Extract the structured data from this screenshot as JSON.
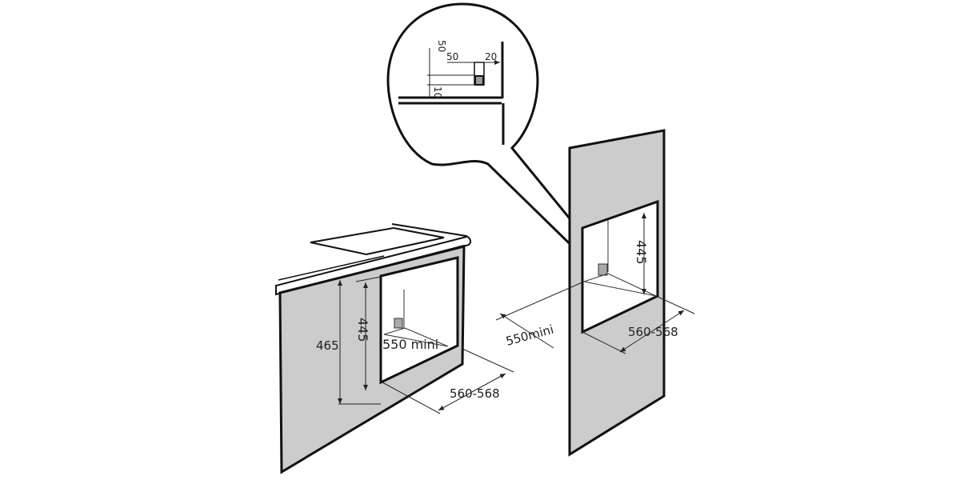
{
  "callout": {
    "v_top": "50",
    "h_left": "50",
    "h_right": "20",
    "v_bottom": "10"
  },
  "left_cabinet": {
    "height_outer": "465",
    "height_opening": "445",
    "depth": "550 mini",
    "width": "560-568"
  },
  "right_cabinet": {
    "height_opening": "445",
    "depth": "550mini",
    "width": "560-568"
  },
  "colors": {
    "panel": "#cccccc",
    "line": "#111111"
  }
}
